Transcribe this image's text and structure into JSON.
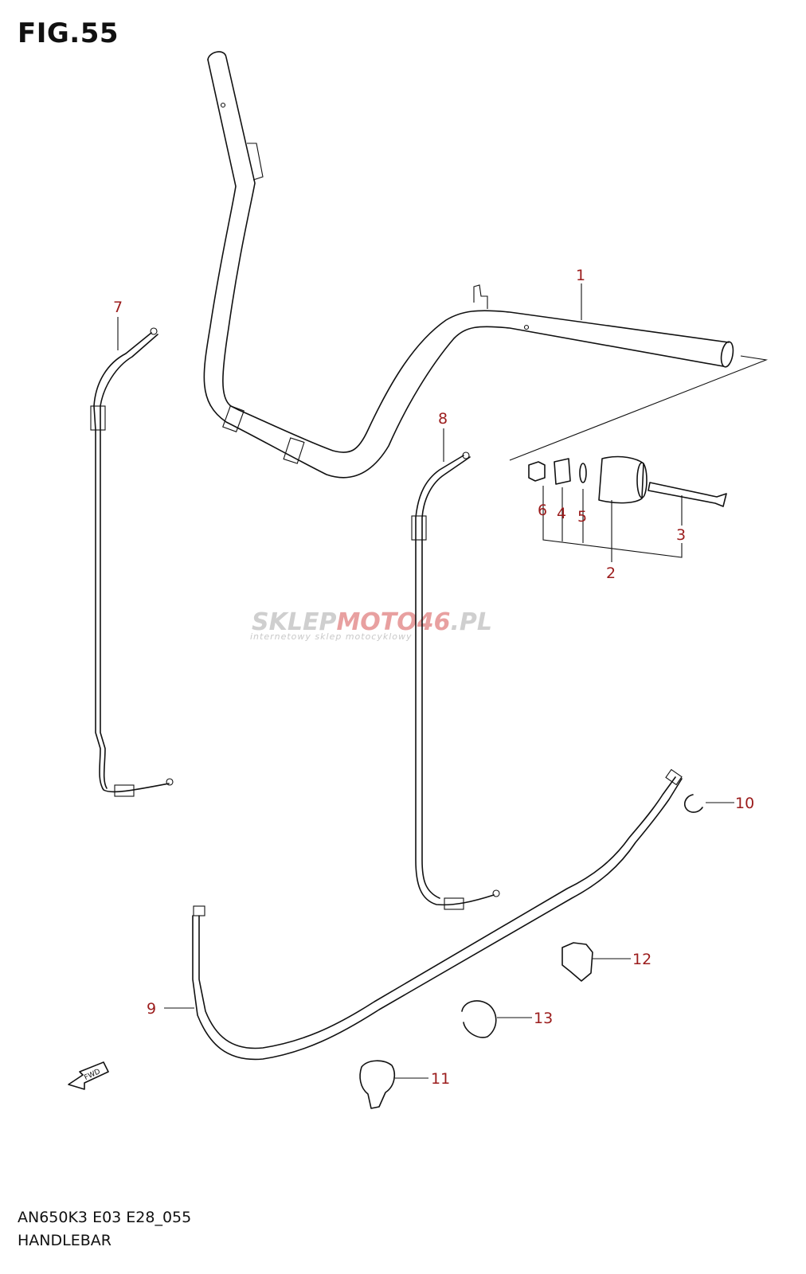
{
  "figure": {
    "title": "FIG.55"
  },
  "footer": {
    "model_line": "AN650K3 E03 E28_055",
    "section_name": "HANDLEBAR"
  },
  "watermark": {
    "brand_part1": "SKLEP",
    "brand_part2": "MOTO",
    "brand_part3": "46",
    "brand_part4": ".PL",
    "tagline": "internetowy sklep motocyklowy",
    "colors": {
      "grey": "#cfcfcf",
      "red": "#e8a0a0"
    }
  },
  "fwd_arrow": {
    "label": "FWD"
  },
  "callouts": [
    {
      "number": "1"
    },
    {
      "number": "2"
    },
    {
      "number": "3"
    },
    {
      "number": "4"
    },
    {
      "number": "5"
    },
    {
      "number": "6"
    },
    {
      "number": "7"
    },
    {
      "number": "8"
    },
    {
      "number": "9"
    },
    {
      "number": "10"
    },
    {
      "number": "11"
    },
    {
      "number": "12"
    },
    {
      "number": "13"
    }
  ],
  "colors": {
    "line": "#111111",
    "callout_text": "#9b1c1c"
  }
}
